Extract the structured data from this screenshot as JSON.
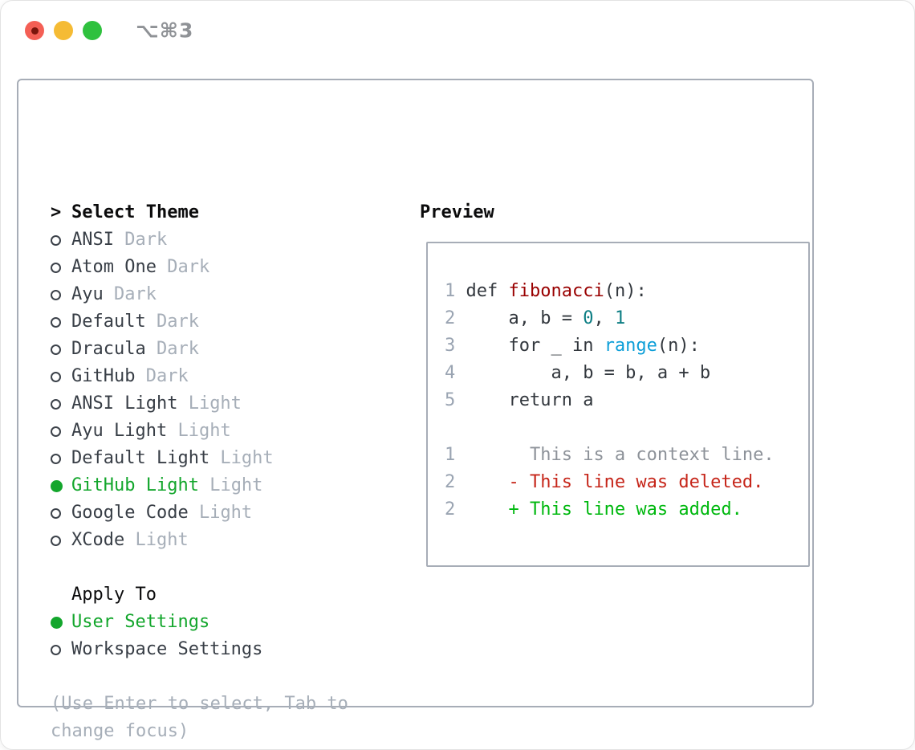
{
  "window": {
    "shortcut_title": "⌥⌘3"
  },
  "traffic_lights": [
    {
      "name": "close",
      "color": "#f45f55"
    },
    {
      "name": "minimize",
      "color": "#f5bb34"
    },
    {
      "name": "zoom",
      "color": "#2fc13e"
    }
  ],
  "colors": {
    "accent_green": "#13a62c",
    "added_green": "#00b80f",
    "deleted_red": "#c6261a",
    "function_red": "#990000",
    "number_teal": "#0d7e84",
    "builtin_blue": "#0e9fd8",
    "code_text": "#32373d",
    "line_number": "#9aa4b2",
    "context_gray": "#8d9299",
    "muted": "#a6aeb8",
    "border": "#a7adb7"
  },
  "theme_picker": {
    "header": "Select Theme",
    "cursor": ">",
    "items": [
      {
        "name": "ANSI",
        "variant": "Dark",
        "selected": false
      },
      {
        "name": "Atom One",
        "variant": "Dark",
        "selected": false
      },
      {
        "name": "Ayu",
        "variant": "Dark",
        "selected": false
      },
      {
        "name": "Default",
        "variant": "Dark",
        "selected": false
      },
      {
        "name": "Dracula",
        "variant": "Dark",
        "selected": false
      },
      {
        "name": "GitHub",
        "variant": "Dark",
        "selected": false
      },
      {
        "name": "ANSI Light",
        "variant": "Light",
        "selected": false
      },
      {
        "name": "Ayu Light",
        "variant": "Light",
        "selected": false
      },
      {
        "name": "Default Light",
        "variant": "Light",
        "selected": false
      },
      {
        "name": "GitHub Light",
        "variant": "Light",
        "selected": true
      },
      {
        "name": "Google Code",
        "variant": "Light",
        "selected": false
      },
      {
        "name": "XCode",
        "variant": "Light",
        "selected": false
      }
    ]
  },
  "apply_to": {
    "header": "Apply To",
    "options": [
      {
        "label": "User Settings",
        "selected": true
      },
      {
        "label": "Workspace Settings",
        "selected": false
      }
    ]
  },
  "hint_lines": [
    "(Use Enter to select, Tab to",
    "change focus)"
  ],
  "preview": {
    "header": "Preview",
    "lines": [
      {
        "num": "1",
        "segments": [
          {
            "text": "def ",
            "style": "code"
          },
          {
            "text": "fibonacci",
            "style": "func"
          },
          {
            "text": "(n):",
            "style": "code"
          }
        ]
      },
      {
        "num": "2",
        "segments": [
          {
            "text": "    a, b = ",
            "style": "code"
          },
          {
            "text": "0",
            "style": "num"
          },
          {
            "text": ", ",
            "style": "code"
          },
          {
            "text": "1",
            "style": "num"
          }
        ]
      },
      {
        "num": "3",
        "segments": [
          {
            "text": "    for _ in ",
            "style": "code"
          },
          {
            "text": "range",
            "style": "builtin"
          },
          {
            "text": "(n):",
            "style": "code"
          }
        ]
      },
      {
        "num": "4",
        "segments": [
          {
            "text": "        a, b = b, a + b",
            "style": "code"
          }
        ]
      },
      {
        "num": "5",
        "segments": [
          {
            "text": "    return a",
            "style": "code"
          }
        ]
      },
      {
        "blank": true
      },
      {
        "num": "1",
        "segments": [
          {
            "text": "      This is a context line.",
            "style": "context"
          }
        ]
      },
      {
        "num": "2",
        "segments": [
          {
            "text": "    - This line was deleted.",
            "style": "deleted"
          }
        ]
      },
      {
        "num": "2",
        "segments": [
          {
            "text": "    + This line was added.",
            "style": "added"
          }
        ]
      }
    ]
  }
}
